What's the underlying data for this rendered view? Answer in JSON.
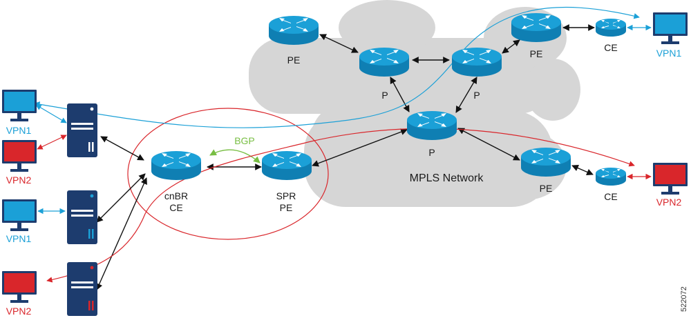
{
  "labels": {
    "bgp": "BGP",
    "mpls_network": "MPLS Network",
    "pe_top_left": "PE",
    "pe_top_right": "PE",
    "ce_top_right": "CE",
    "vpn1_top_right": "VPN1",
    "p_left": "P",
    "p_right": "P",
    "p_center": "P",
    "pe_bottom_right": "PE",
    "ce_bottom_right": "CE",
    "vpn2_right": "VPN2",
    "cnbr_line1": "cnBR",
    "cnbr_line2": "CE",
    "spr_line1": "SPR",
    "spr_line2": "PE",
    "vpn1_left_1": "VPN1",
    "vpn2_left_1": "VPN2",
    "vpn1_left_2": "VPN1",
    "vpn2_left_2": "VPN2",
    "figure_number": "522072"
  },
  "colors": {
    "router": "#1ba0d7",
    "router_dark": "#0f7fb3",
    "server": "#1d3c6e",
    "cloud": "#d6d6d6",
    "vpn1": "#1ba0d7",
    "vpn2": "#d9262b",
    "bgp": "#78be43",
    "link": "#111111"
  }
}
